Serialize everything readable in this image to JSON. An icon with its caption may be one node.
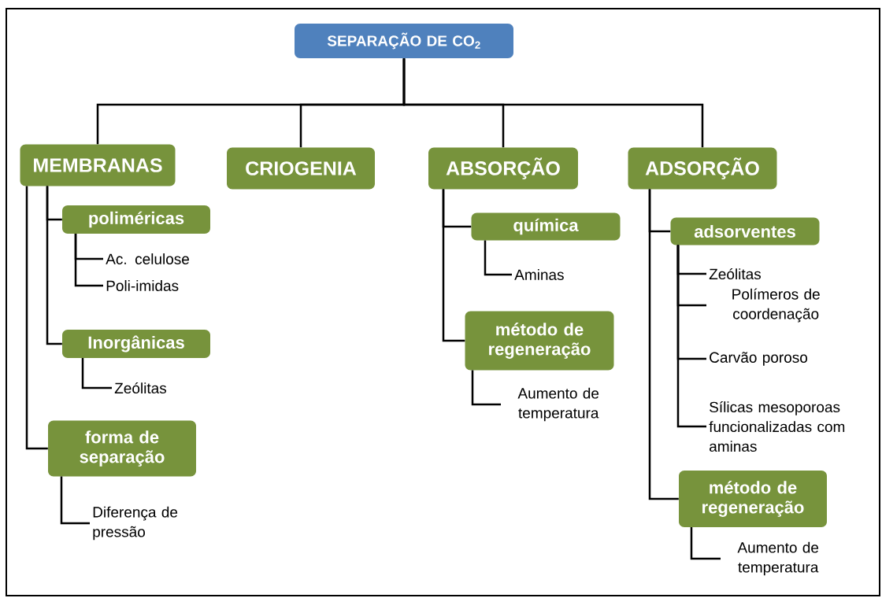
{
  "diagram": {
    "nodes": [
      {
        "text": [
          "SEPARAÇÃO DE CO$_{2}$"
        ]
      },
      {
        "text": [
          "MEMBRANAS"
        ]
      },
      {
        "text": [
          "CRIOGENIA"
        ]
      },
      {
        "text": [
          "ABSORÇÃO"
        ]
      },
      {
        "text": [
          "ADSORÇÃO"
        ]
      },
      {
        "text": [
          "poliméricas"
        ]
      },
      {
        "text": [
          "Ac. celulose"
        ]
      },
      {
        "text": [
          "Poli-imidas"
        ]
      },
      {
        "text": [
          "Inorgânicas"
        ]
      },
      {
        "text": [
          "Zeólitas"
        ]
      },
      {
        "text": [
          "forma de separação"
        ]
      },
      {
        "text": [
          "Diferença de pressão"
        ]
      },
      {
        "text": [
          "química"
        ]
      },
      {
        "text": [
          "Aminas"
        ]
      },
      {
        "text": [
          "método de regeneração"
        ]
      },
      {
        "text": [
          "Aumento de temperatura"
        ]
      },
      {
        "text": [
          "adsorventes"
        ]
      },
      {
        "text": [
          "Zeólitas"
        ]
      },
      {
        "text": [
          "Polímeros de coordenação"
        ]
      },
      {
        "text": [
          "Carvão poroso"
        ]
      },
      {
        "text": [
          "Sílicas mesoporoas funcionalizadas com aminas"
        ]
      },
      {
        "text": [
          "método de regeneração"
        ]
      },
      {
        "text": [
          "Aumento de temperatura"
        ]
      }
    ],
    "edges": [
      {
        "from": 0,
        "to": 1,
        "arrow": "none"
      },
      {
        "from": 0,
        "to": 2,
        "arrow": "none"
      },
      {
        "from": 0,
        "to": 3,
        "arrow": "none"
      },
      {
        "from": 0,
        "to": 4,
        "arrow": "none"
      },
      {
        "from": 1,
        "to": 5,
        "arrow": "none"
      },
      {
        "from": 5,
        "to": 6,
        "arrow": "none"
      },
      {
        "from": 5,
        "to": 7,
        "arrow": "none"
      },
      {
        "from": 1,
        "to": 8,
        "arrow": "none"
      },
      {
        "from": 8,
        "to": 9,
        "arrow": "none"
      },
      {
        "from": 1,
        "to": 10,
        "arrow": "none"
      },
      {
        "from": 10,
        "to": 11,
        "arrow": "none"
      },
      {
        "from": 3,
        "to": 12,
        "arrow": "none"
      },
      {
        "from": 12,
        "to": 13,
        "arrow": "none"
      },
      {
        "from": 3,
        "to": 14,
        "arrow": "none"
      },
      {
        "from": 14,
        "to": 15,
        "arrow": "none"
      },
      {
        "from": 4,
        "to": 16,
        "arrow": "none"
      },
      {
        "from": 16,
        "to": 17,
        "arrow": "none"
      },
      {
        "from": 16,
        "to": 18,
        "arrow": "none"
      },
      {
        "from": 16,
        "to": 19,
        "arrow": "none"
      },
      {
        "from": 16,
        "to": 20,
        "arrow": "none"
      },
      {
        "from": 4,
        "to": 21,
        "arrow": "none"
      },
      {
        "from": 21,
        "to": 22,
        "arrow": "none"
      }
    ]
  }
}
